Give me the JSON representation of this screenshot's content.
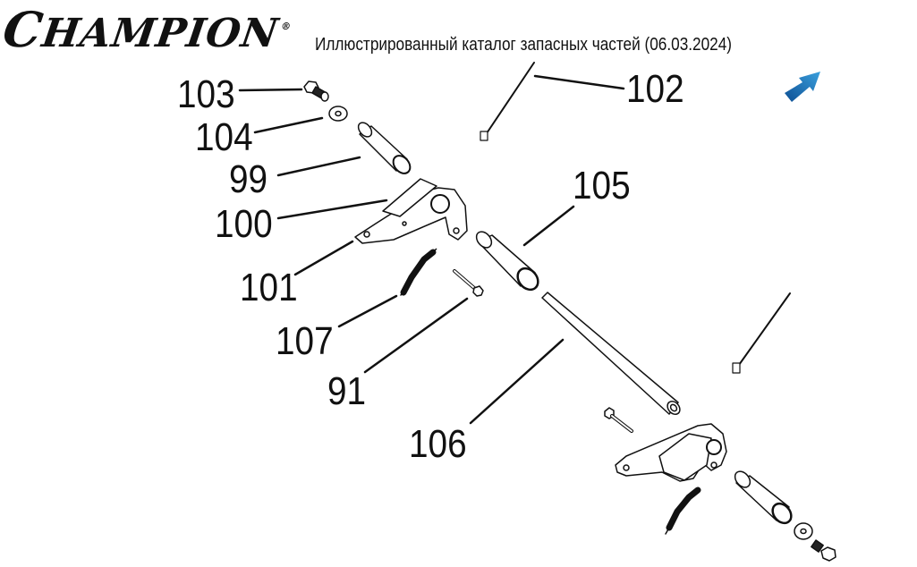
{
  "header": {
    "brand": "Champion",
    "brand_initial": "C",
    "brand_rest": "HAMPION",
    "registered_mark": "®",
    "title": "Иллюстрированный каталог запасных частей (06.03.2024)"
  },
  "navigation": {
    "arrow_icon": "arrow-up-right-icon",
    "arrow_color": "#1a6fb5"
  },
  "callouts": [
    {
      "number": "103"
    },
    {
      "number": "104"
    },
    {
      "number": "99"
    },
    {
      "number": "100"
    },
    {
      "number": "101"
    },
    {
      "number": "107"
    },
    {
      "number": "91"
    },
    {
      "number": "102"
    },
    {
      "number": "105"
    },
    {
      "number": "106"
    }
  ]
}
